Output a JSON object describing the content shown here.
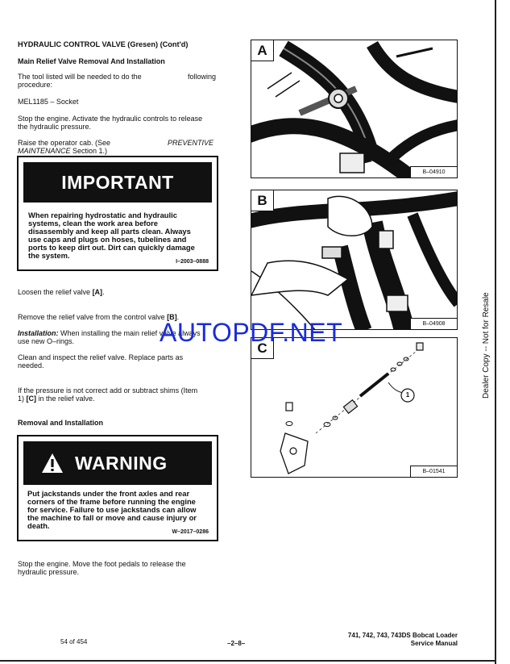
{
  "heading": "HYDRAULIC CONTROL VALVE (Gresen) (Cont'd)",
  "subheading_relief": "Main Relief Valve Removal And Installation",
  "p_tool_1": "The  tool listed will be needed to do the",
  "p_tool_2": "following",
  "p_tool_3": "procedure:",
  "tool_item": "MEL1185 – Socket",
  "p_stop_1": "Stop the engine. Activate the hydraulic controls to release",
  "p_stop_2": "the hydraulic pressure.",
  "p_raise_1": "Raise    the operator cab. (See",
  "p_raise_italic_1": "PREVENTIVE",
  "p_raise_italic_2": "MAINTENANCE",
  "p_raise_3": " Section 1.)",
  "important": {
    "title": "IMPORTANT",
    "lines": [
      "When   repairing hydrostatic and hydraulic",
      "systems,    clean the work area before",
      "disassembly  and keep all parts clean. Always",
      "use caps and plugs on hoses, tubelines and",
      "ports to keep dirt out. Dirt can quickly damage",
      "the system."
    ],
    "code": "I–2003–0888"
  },
  "step_loosen_prefix": "Loosen the relief valve ",
  "step_loosen_ref": "[A]",
  "step_loosen_suffix": ".",
  "step_remove_prefix": "Remove the relief valve from the control valve ",
  "step_remove_ref": "[B]",
  "step_remove_suffix": ".",
  "install_label": "Installation:",
  "install_text_1": " When installing the main relief valve always",
  "install_text_2": "use new O–rings.",
  "clean_1": "Clean  and  inspect  the  relief valve.  Replace parts as",
  "clean_2": "needed.",
  "shims_1": "If the pressure is not correct add or subtract shims (Item",
  "shims_2_prefix": "1) ",
  "shims_2_ref": "[C]",
  "shims_2_suffix": " in the relief valve.",
  "subheading_removal": "Removal and Installation",
  "warning": {
    "title": "WARNING",
    "lines": [
      "Put jackstands under the front axles and rear",
      "corners of the frame before running the engine",
      "for service. Failure to use jackstands can allow",
      "the machine to fall or move and cause injury or",
      "death."
    ],
    "code": "W–2017–0286"
  },
  "final_1": "Stop  the  engine.  Move the foot pedals to release the",
  "final_2": "hydraulic pressure.",
  "figures": [
    {
      "letter": "A",
      "code": "B–04910"
    },
    {
      "letter": "B",
      "code": "B–04908"
    },
    {
      "letter": "C",
      "code": "B–01541",
      "callout": "1"
    }
  ],
  "watermark": "AUTOPDF.NET",
  "side_text": "Dealer Copy -- Not for Resale",
  "footer": {
    "page_count": "54 of 454",
    "page_number": "–2–8–",
    "title_1": "741, 742, 743, 743DS Bobcat Loader",
    "title_2": "Service Manual"
  }
}
